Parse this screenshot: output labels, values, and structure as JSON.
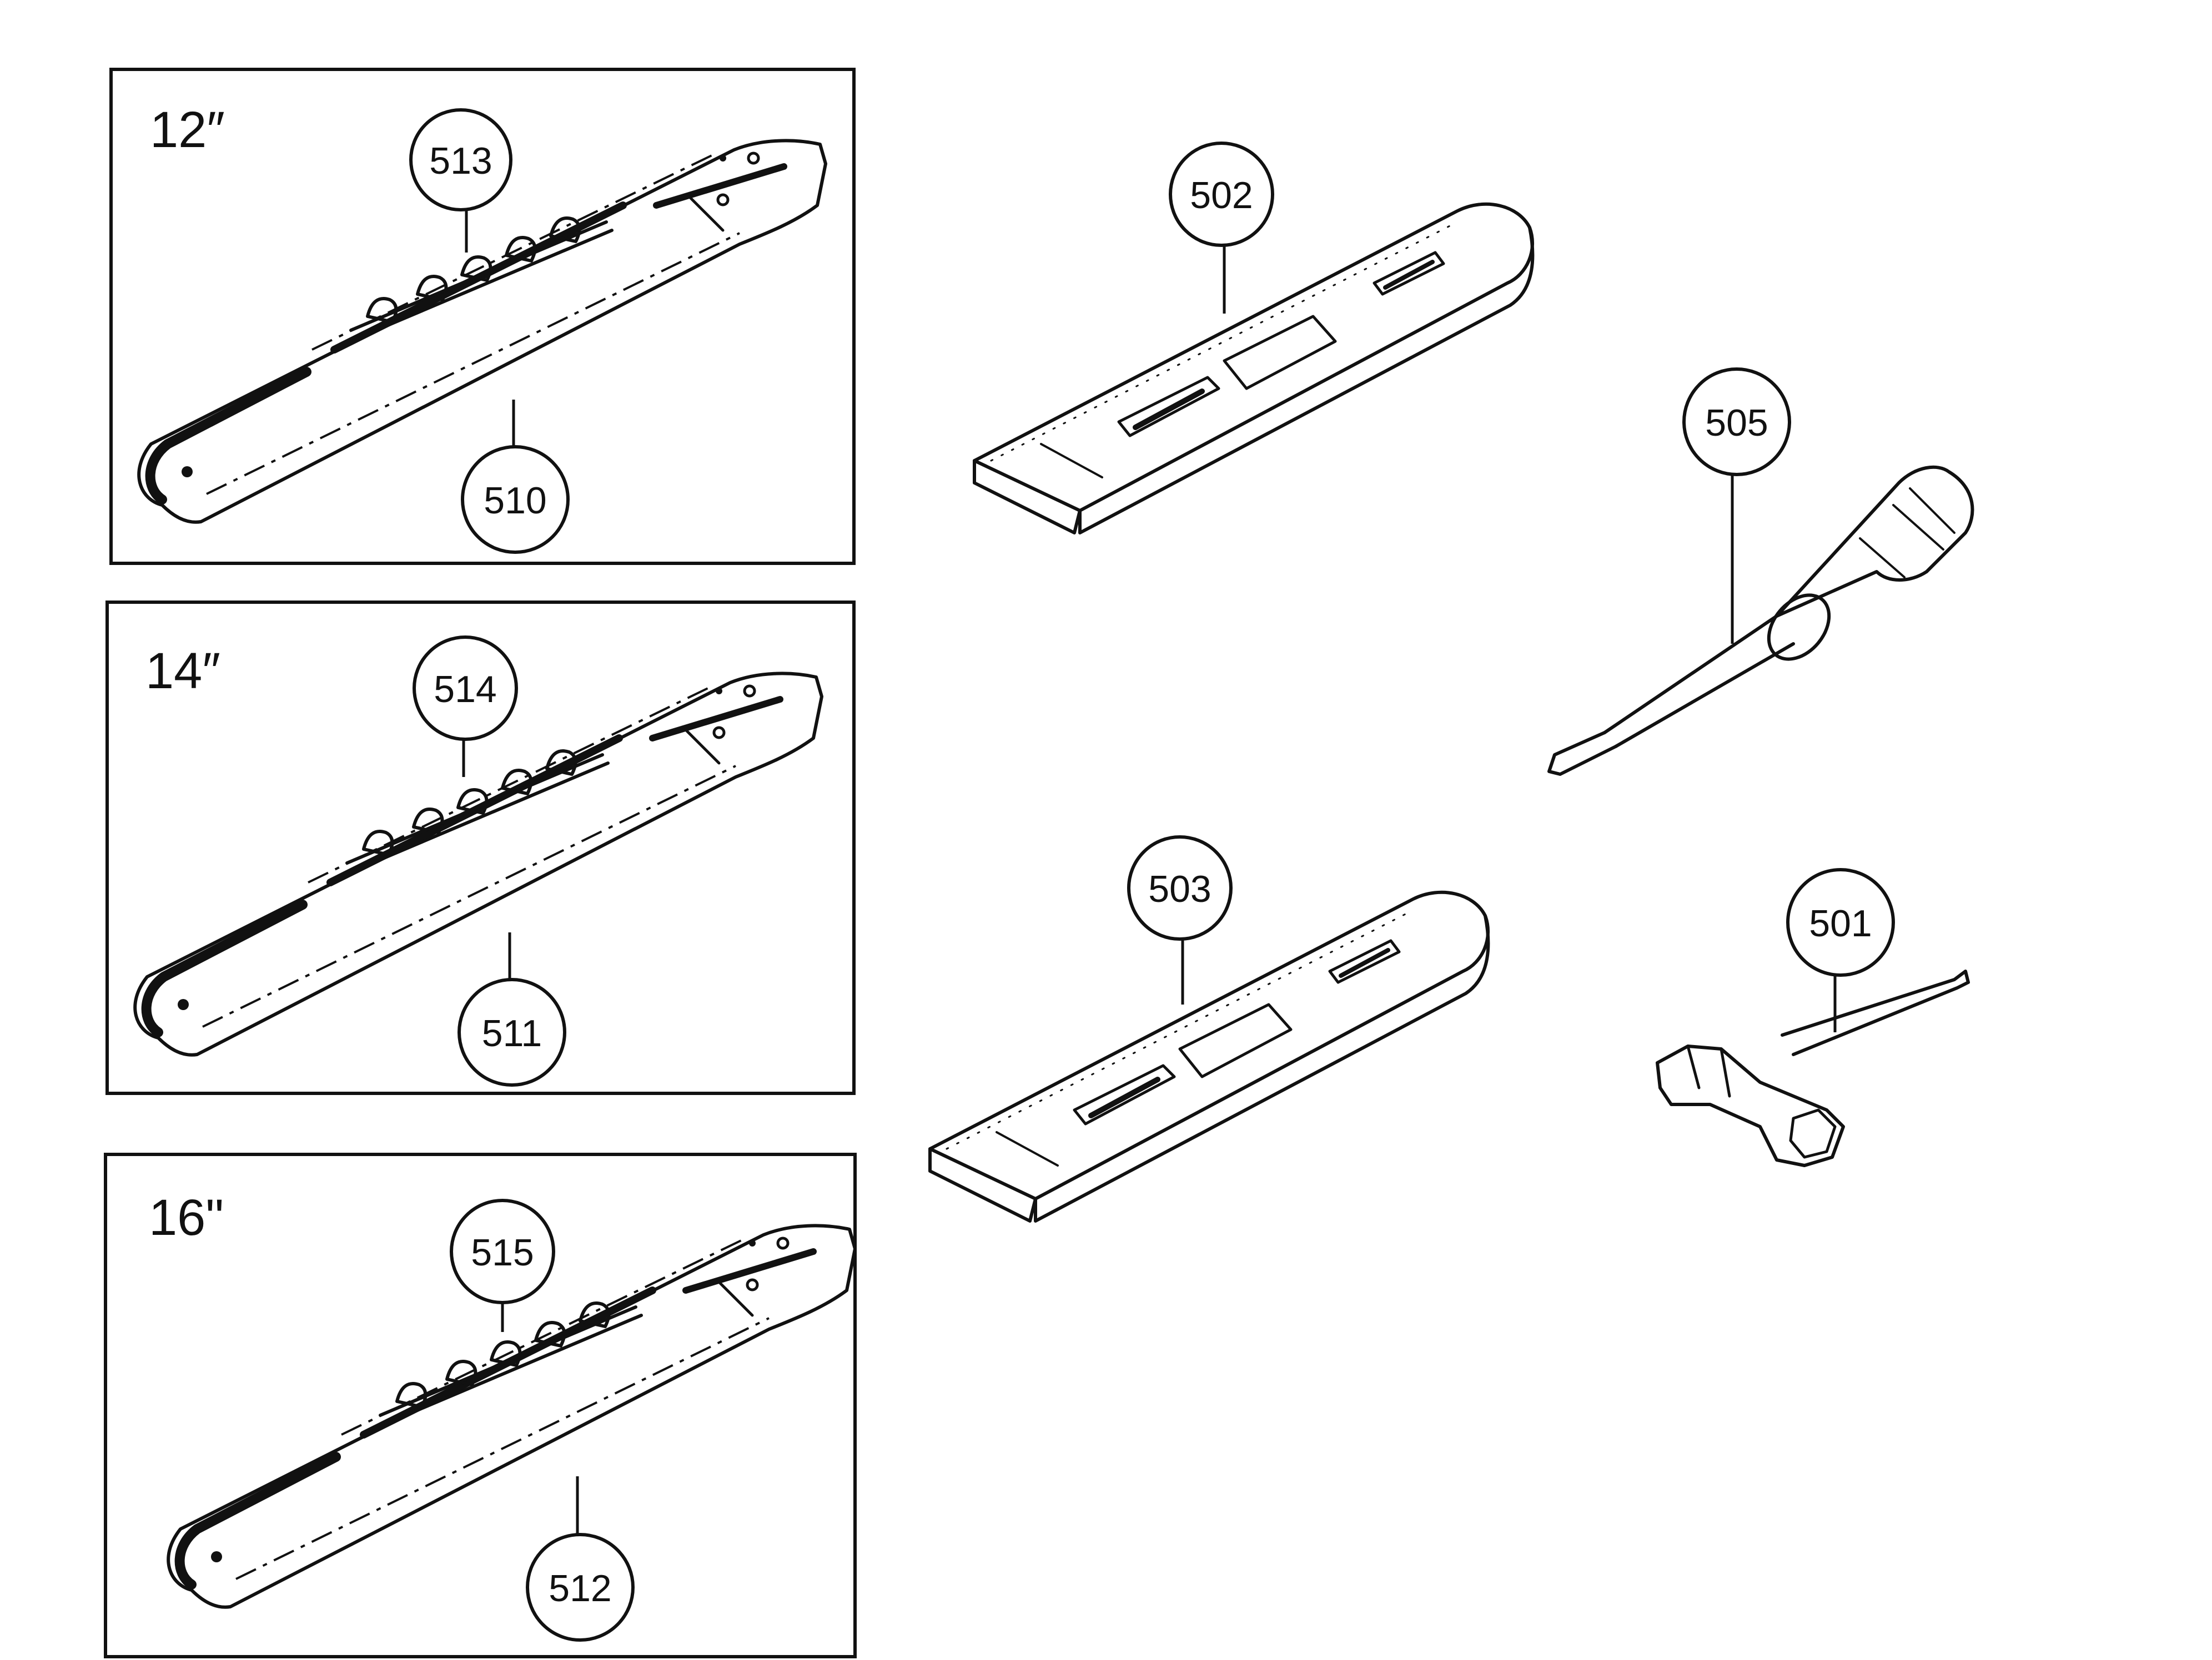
{
  "panels": [
    {
      "size_label": "12″",
      "chain_callout": "513",
      "bar_callout": "510"
    },
    {
      "size_label": "14″",
      "chain_callout": "514",
      "bar_callout": "511"
    },
    {
      "size_label": "16\"",
      "chain_callout": "515",
      "bar_callout": "512"
    }
  ],
  "parts": {
    "scabbard_long": "502",
    "scabbard_short": "503",
    "screwdriver": "505",
    "combination_wrench": "501"
  }
}
